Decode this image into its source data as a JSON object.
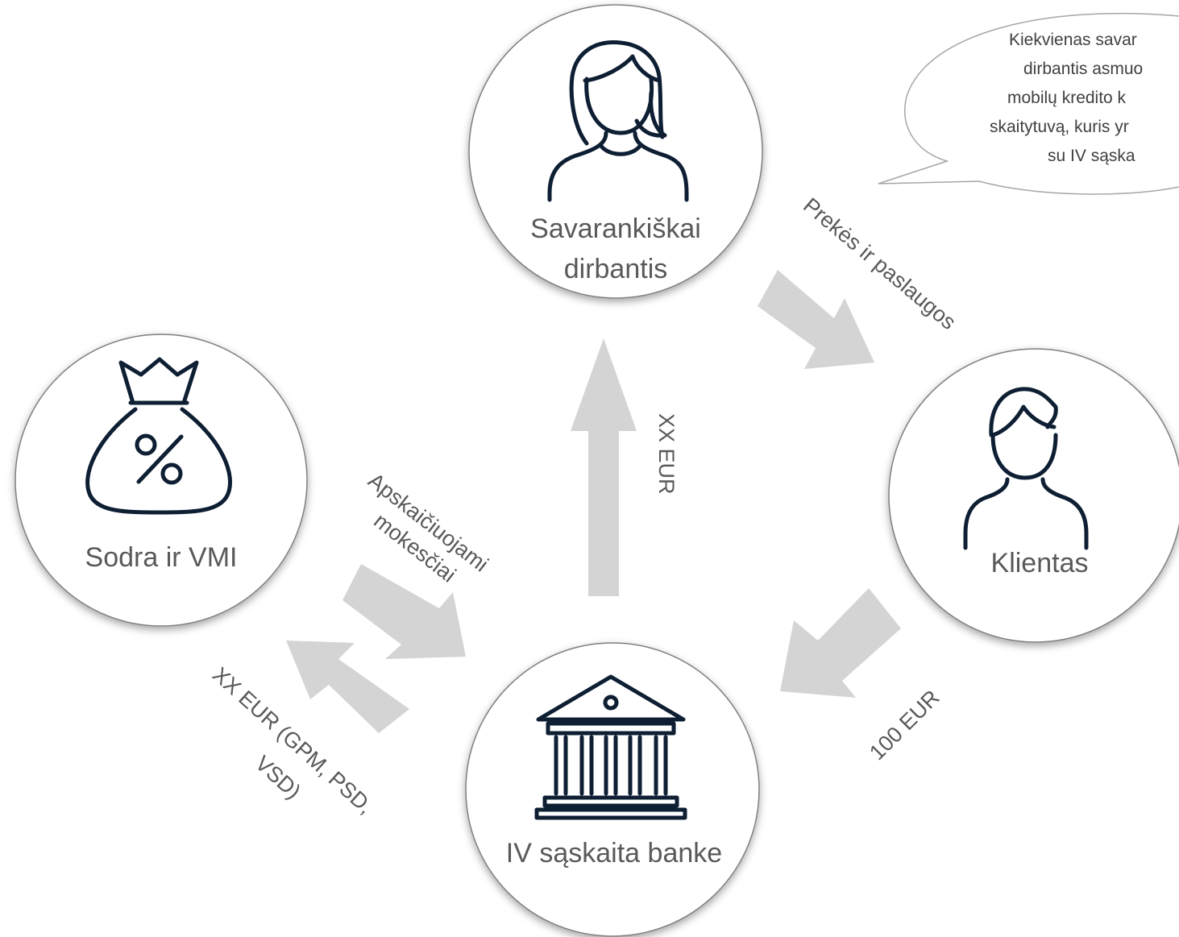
{
  "nodes": {
    "self_employed": {
      "line1": "Savarankiškai",
      "line2": "dirbantis"
    },
    "client": {
      "label": "Klientas"
    },
    "bank": {
      "label": "IV sąskaita banke"
    },
    "sodra": {
      "label": "Sodra ir VMI"
    }
  },
  "flows": {
    "goods_services": "Prekės ir paslaugos",
    "payment": "100 EUR",
    "to_self": "XX EUR",
    "taxes_calc_line1": "Apskaičiuojami",
    "taxes_calc_line2": "mokesčiai",
    "to_sodra_line1": "XX EUR (GPM, PSD,",
    "to_sodra_line2": "VSD)"
  },
  "callout": {
    "lines": [
      "Kiekvienas savar",
      "dirbantis asmuo",
      "mobilų kredito k",
      "skaitytuvą, kuris yr",
      "su IV sąska"
    ]
  },
  "colors": {
    "icon": "#0e1e33",
    "arrow": "#d4d4d4",
    "text": "#595959",
    "circle_border": "#7f7f7f"
  },
  "icons": {
    "self_employed": "woman-icon",
    "client": "man-icon",
    "bank": "bank-icon",
    "sodra": "money-bag-percent-icon"
  }
}
